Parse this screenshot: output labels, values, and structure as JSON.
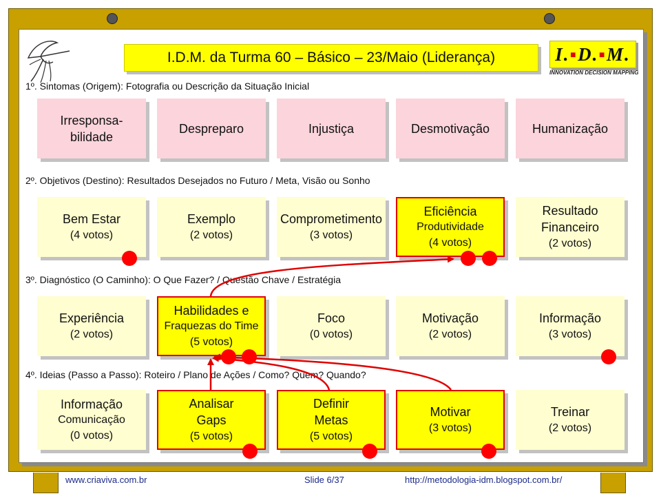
{
  "title": "I.D.M. da Turma 60 – Básico – 23/Maio (Liderança)",
  "logo": {
    "letters": [
      "I.",
      "D.",
      "M."
    ],
    "tagline": "INNOVATION DECISION MAPPING"
  },
  "sections": [
    {
      "label": "1º. Sintomas (Origem): Fotografia ou Descrição da Situação Inicial",
      "cards": [
        {
          "lines": [
            "Irresponsa-",
            "bilidade"
          ],
          "style": "pink"
        },
        {
          "lines": [
            "Despreparo"
          ],
          "style": "pink"
        },
        {
          "lines": [
            "Injustiça"
          ],
          "style": "pink"
        },
        {
          "lines": [
            "Desmotivação"
          ],
          "style": "pink"
        },
        {
          "lines": [
            "Humanização"
          ],
          "style": "pink"
        }
      ]
    },
    {
      "label": "2º. Objetivos (Destino): Resultados Desejados no Futuro / Meta, Visão ou  Sonho",
      "cards": [
        {
          "lines": [
            "Bem Estar",
            "(4 votos)"
          ],
          "style": "cream"
        },
        {
          "lines": [
            "Exemplo",
            "(2 votos)"
          ],
          "style": "cream"
        },
        {
          "lines": [
            "Comprometimento",
            "(3 votos)"
          ],
          "style": "cream"
        },
        {
          "lines": [
            "Eficiência",
            "Produtividade",
            "(4 votos)"
          ],
          "style": "yellow"
        },
        {
          "lines": [
            "Resultado",
            "Financeiro",
            "(2 votos)"
          ],
          "style": "cream"
        }
      ]
    },
    {
      "label": "3º. Diagnóstico (O Caminho): O Que Fazer? / Questão Chave / Estratégia",
      "cards": [
        {
          "lines": [
            "Experiência",
            "(2 votos)"
          ],
          "style": "cream"
        },
        {
          "lines": [
            "Habilidades  e",
            "Fraquezas do Time",
            "(5 votos)"
          ],
          "style": "yellow"
        },
        {
          "lines": [
            "Foco",
            "(0 votos)"
          ],
          "style": "cream"
        },
        {
          "lines": [
            "Motivação",
            "(2 votos)"
          ],
          "style": "cream"
        },
        {
          "lines": [
            "Informação",
            "(3 votos)"
          ],
          "style": "cream"
        }
      ]
    },
    {
      "label": "4º. Ideias (Passo a Passo):  Roteiro / Plano de Ações / Como? Quem? Quando?",
      "cards": [
        {
          "lines": [
            "Informação",
            "Comunicação",
            "(0 votos)"
          ],
          "style": "cream"
        },
        {
          "lines": [
            "Analisar",
            "Gaps",
            "(5 votos)"
          ],
          "style": "yellow"
        },
        {
          "lines": [
            "Definir",
            "Metas",
            "(5 votos)"
          ],
          "style": "yellow"
        },
        {
          "lines": [
            "Motivar",
            "(3 votos)"
          ],
          "style": "yellow"
        },
        {
          "lines": [
            "Treinar",
            "(2 votos)"
          ],
          "style": "cream"
        }
      ]
    }
  ],
  "footer": {
    "left": "www.criaviva.com.br",
    "center": "Slide 6/37",
    "right": "http://metodologia-idm.blogspot.com.br/"
  },
  "colors": {
    "frame": "#c8a000",
    "highlight": "#ffff00",
    "symptom_card": "#fbd4dc",
    "card": "#fffed0",
    "vote_dot": "#ff0000",
    "arrow": "#e00000",
    "footer_text": "#1a2a8a"
  }
}
